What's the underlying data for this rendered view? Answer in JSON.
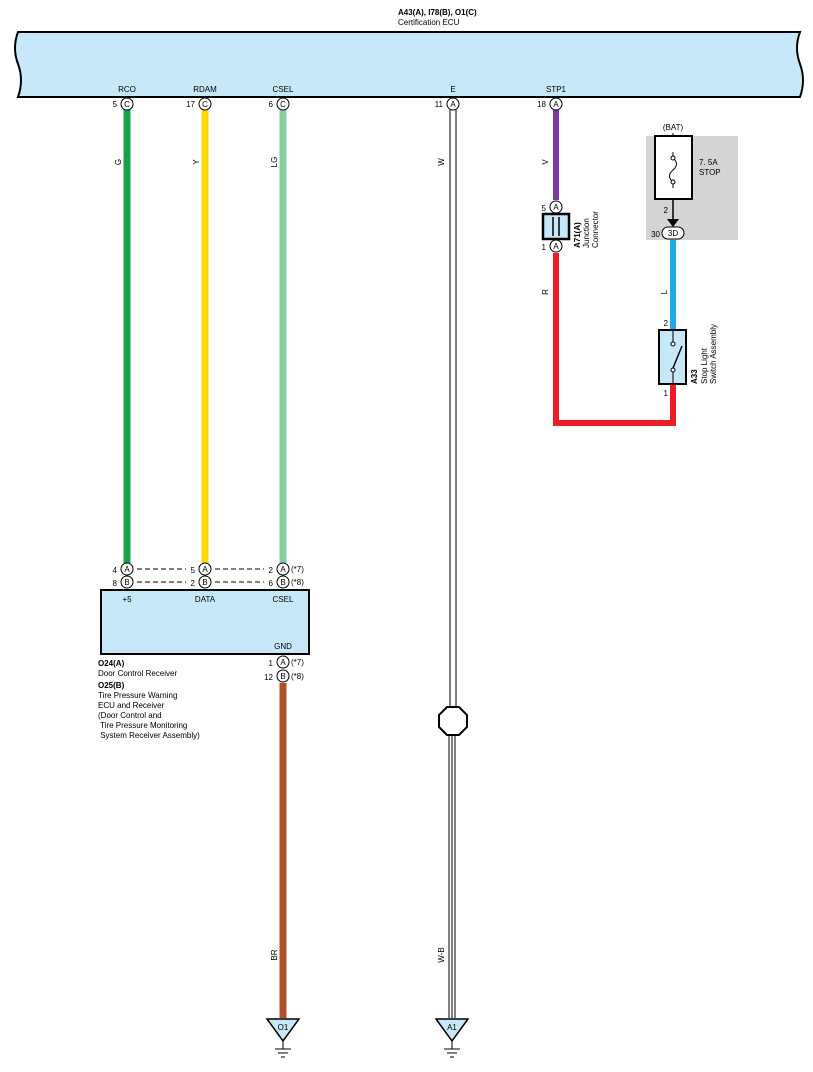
{
  "ecu": {
    "connectors_label": "A43(A), I78(B), O1(C)",
    "name": "Certification ECU",
    "fill": "#c6e8f8"
  },
  "ecu_pins": {
    "rco": {
      "name": "RCO",
      "pin": "5",
      "conn": "C"
    },
    "rdam": {
      "name": "RDAM",
      "pin": "17",
      "conn": "C"
    },
    "csel": {
      "name": "CSEL",
      "pin": "6",
      "conn": "C"
    },
    "e": {
      "name": "E",
      "pin": "11",
      "conn": "A"
    },
    "stp1": {
      "name": "STP1",
      "pin": "18",
      "conn": "A"
    }
  },
  "wires": {
    "g": {
      "code": "G",
      "color": "#1aa24a"
    },
    "y": {
      "code": "Y",
      "color": "#ffd700"
    },
    "lg": {
      "code": "LG",
      "color": "#88cda0"
    },
    "w": {
      "code": "W",
      "color": "#ffffff"
    },
    "v": {
      "code": "V",
      "color": "#7b3aa0"
    },
    "r": {
      "code": "R",
      "color": "#ee1c24"
    },
    "l": {
      "code": "L",
      "color": "#20a8e8"
    },
    "br": {
      "code": "BR",
      "color": "#b0502a"
    },
    "wb": {
      "code": "W-B",
      "color": "#ffffff"
    }
  },
  "junction": {
    "id": "A71(A)",
    "name_line1": "Junction",
    "name_line2": "Connector",
    "top_pin": "5",
    "top_conn": "A",
    "bottom_pin": "1",
    "bottom_conn": "A"
  },
  "fuse_block": {
    "source": "(BAT)",
    "rating": "7. 5A",
    "name": "STOP",
    "fuse_pin": "2",
    "out_pin": "30",
    "out_conn": "3D",
    "shade": "#d4d4d4"
  },
  "stop_switch": {
    "id": "A33",
    "name_line1": "Stop Light",
    "name_line2": "Switch Assembly",
    "top_pin": "2",
    "bottom_pin": "1"
  },
  "receiver": {
    "fill": "#c6e8f8",
    "terminals": {
      "p5": "+5",
      "data": "DATA",
      "csel": "CSEL",
      "gnd": "GND"
    },
    "row_a": {
      "p5": "4",
      "data": "5",
      "csel": "2",
      "conn": "A",
      "note": "(*7)"
    },
    "row_b": {
      "p5": "8",
      "data": "2",
      "csel": "6",
      "conn": "B",
      "note": "(*8)"
    },
    "gnd_a": {
      "pin": "1",
      "conn": "A",
      "note": "(*7)"
    },
    "gnd_b": {
      "pin": "12",
      "conn": "B",
      "note": "(*8)"
    },
    "title_a": "O24(A)",
    "desc_a": "Door Control Receiver",
    "title_b": "O25(B)",
    "desc_b": [
      "Tire Pressure Warning",
      "ECU and Receiver",
      "(Door Control and",
      " Tire Pressure Monitoring",
      " System Receiver Assembly)"
    ]
  },
  "grounds": {
    "o1": "O1",
    "a1": "A1"
  }
}
